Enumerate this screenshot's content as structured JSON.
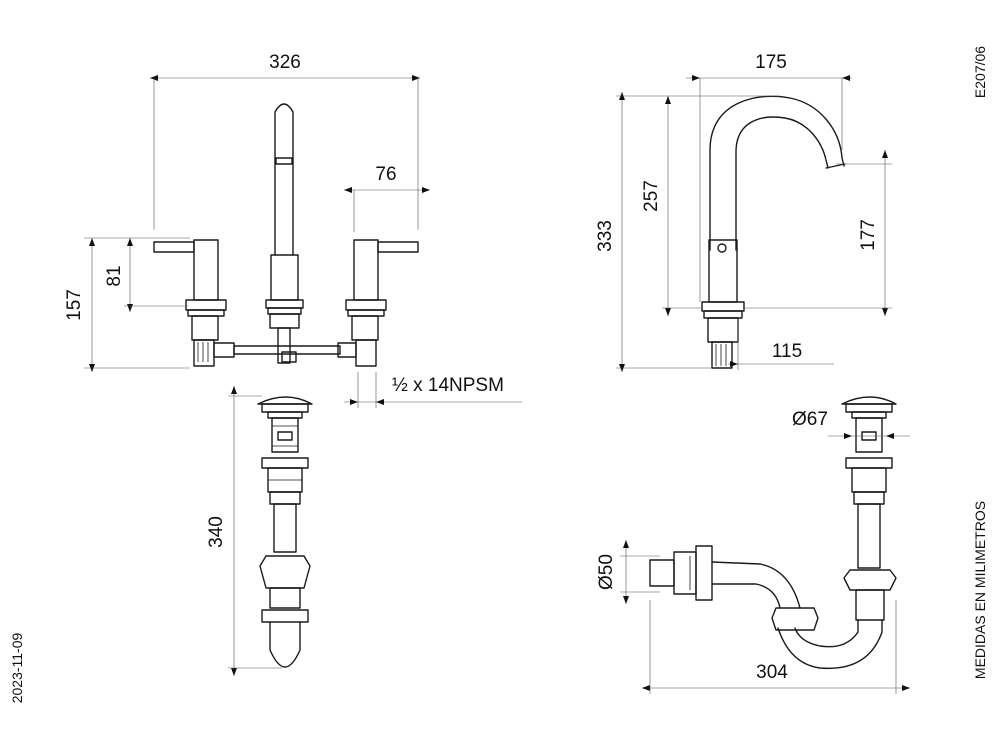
{
  "dimensions": {
    "faucet_width": "326",
    "handle_spacing": "76",
    "total_height": "157",
    "handle_height": "81",
    "thread": "½ x 14NPSM",
    "spout_reach": "175",
    "side_height": "333",
    "spout_height": "257",
    "outlet_height": "177",
    "base_reach": "115",
    "drain_length": "340",
    "drain_diameter": "Ø67",
    "trap_diameter": "Ø50",
    "trap_length": "304"
  },
  "side_labels": {
    "code": "E207/06",
    "date": "2023-11-09",
    "units": "MEDIDAS EN MILIMETROS"
  }
}
